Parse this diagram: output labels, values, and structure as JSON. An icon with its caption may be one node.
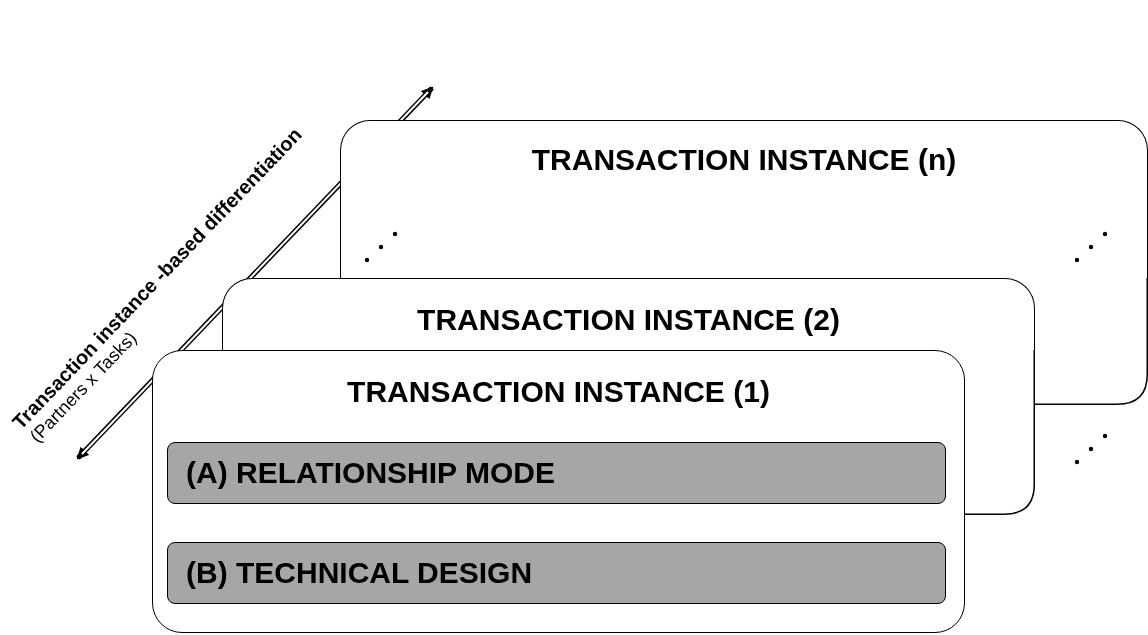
{
  "diagram": {
    "nodes": [
      {
        "text": [
          "TRANSACTION INSTANCE (n)"
        ]
      },
      {
        "text": [
          "TRANSACTION INSTANCE (2)"
        ]
      },
      {
        "text": [
          "TRANSACTION INSTANCE (1)"
        ]
      },
      {
        "text": [
          "(A) RELATIONSHIP MODE"
        ],
        "in": 2
      },
      {
        "text": [
          "(B) TECHNICAL DESIGN"
        ],
        "in": 2
      }
    ],
    "edges": [],
    "labels": [
      "Transaction instance -based differentiation",
      "(Partners x Tasks)"
    ]
  }
}
